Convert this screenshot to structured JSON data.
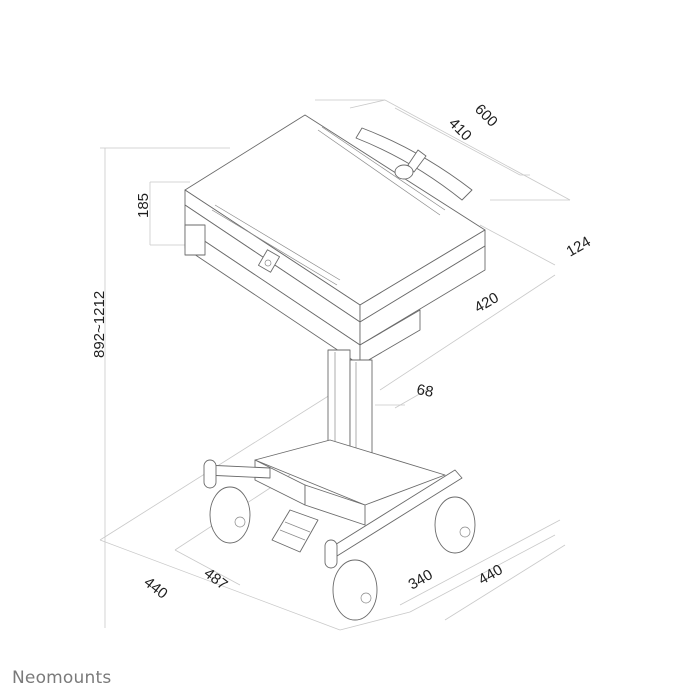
{
  "brand": {
    "name": "Neomounts"
  },
  "dimensions": {
    "total_depth": "600",
    "handle_width": "410",
    "drawer_height": "185",
    "top_offset": "124",
    "worktop_width": "420",
    "total_height": "892~1212",
    "column_width": "68",
    "base_left_depth": "440",
    "base_left_inner": "487",
    "base_right_inner": "340",
    "base_right_width": "440"
  },
  "colors": {
    "line": "#6a6a6a",
    "dimension_line": "#c9c9c9",
    "text": "#1e1e1e",
    "brand": "#7a7a7a"
  }
}
